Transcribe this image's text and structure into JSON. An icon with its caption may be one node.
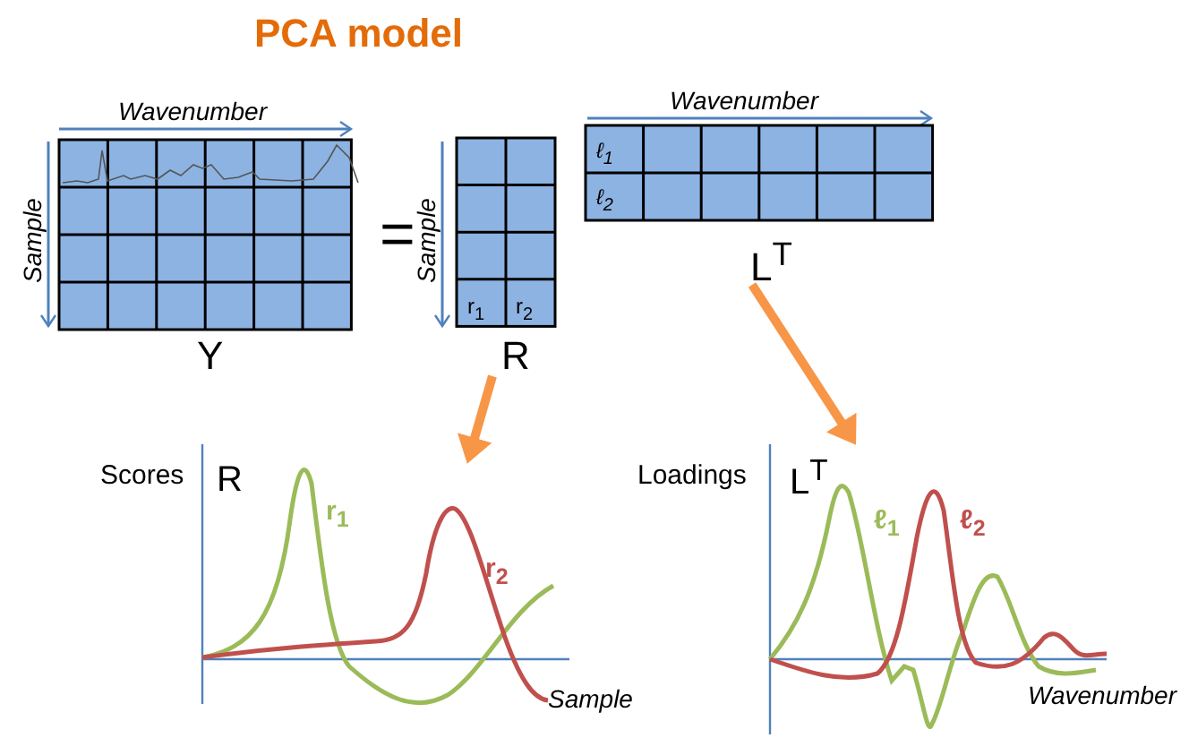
{
  "diagram": {
    "title": "PCA model",
    "nodes": [
      {
        "text": [
          "Y"
        ],
        "beside": [
          "Wavenumber",
          "Sample"
        ]
      },
      {
        "text": [
          "R",
          "r$_{1}$",
          "r$_{2}$"
        ],
        "beside": [
          "Sample"
        ]
      },
      {
        "text": [
          "L$^{T}$",
          "ℓ$_{1}$",
          "ℓ$_{2}$"
        ],
        "beside": [
          "Wavenumber"
        ]
      },
      {
        "text": [
          "Scores",
          "R",
          "r$_{1}$",
          "r$_{2}$",
          "Sample"
        ]
      },
      {
        "text": [
          "Loadings",
          "L$^{T}$",
          "ℓ$_{1}$",
          "ℓ$_{2}$",
          "Wavenumber"
        ]
      }
    ],
    "edges": [
      {
        "from": 1,
        "to": 3,
        "arrow": "to"
      },
      {
        "from": 2,
        "to": 4,
        "arrow": "to"
      }
    ],
    "labels": [
      "="
    ]
  }
}
